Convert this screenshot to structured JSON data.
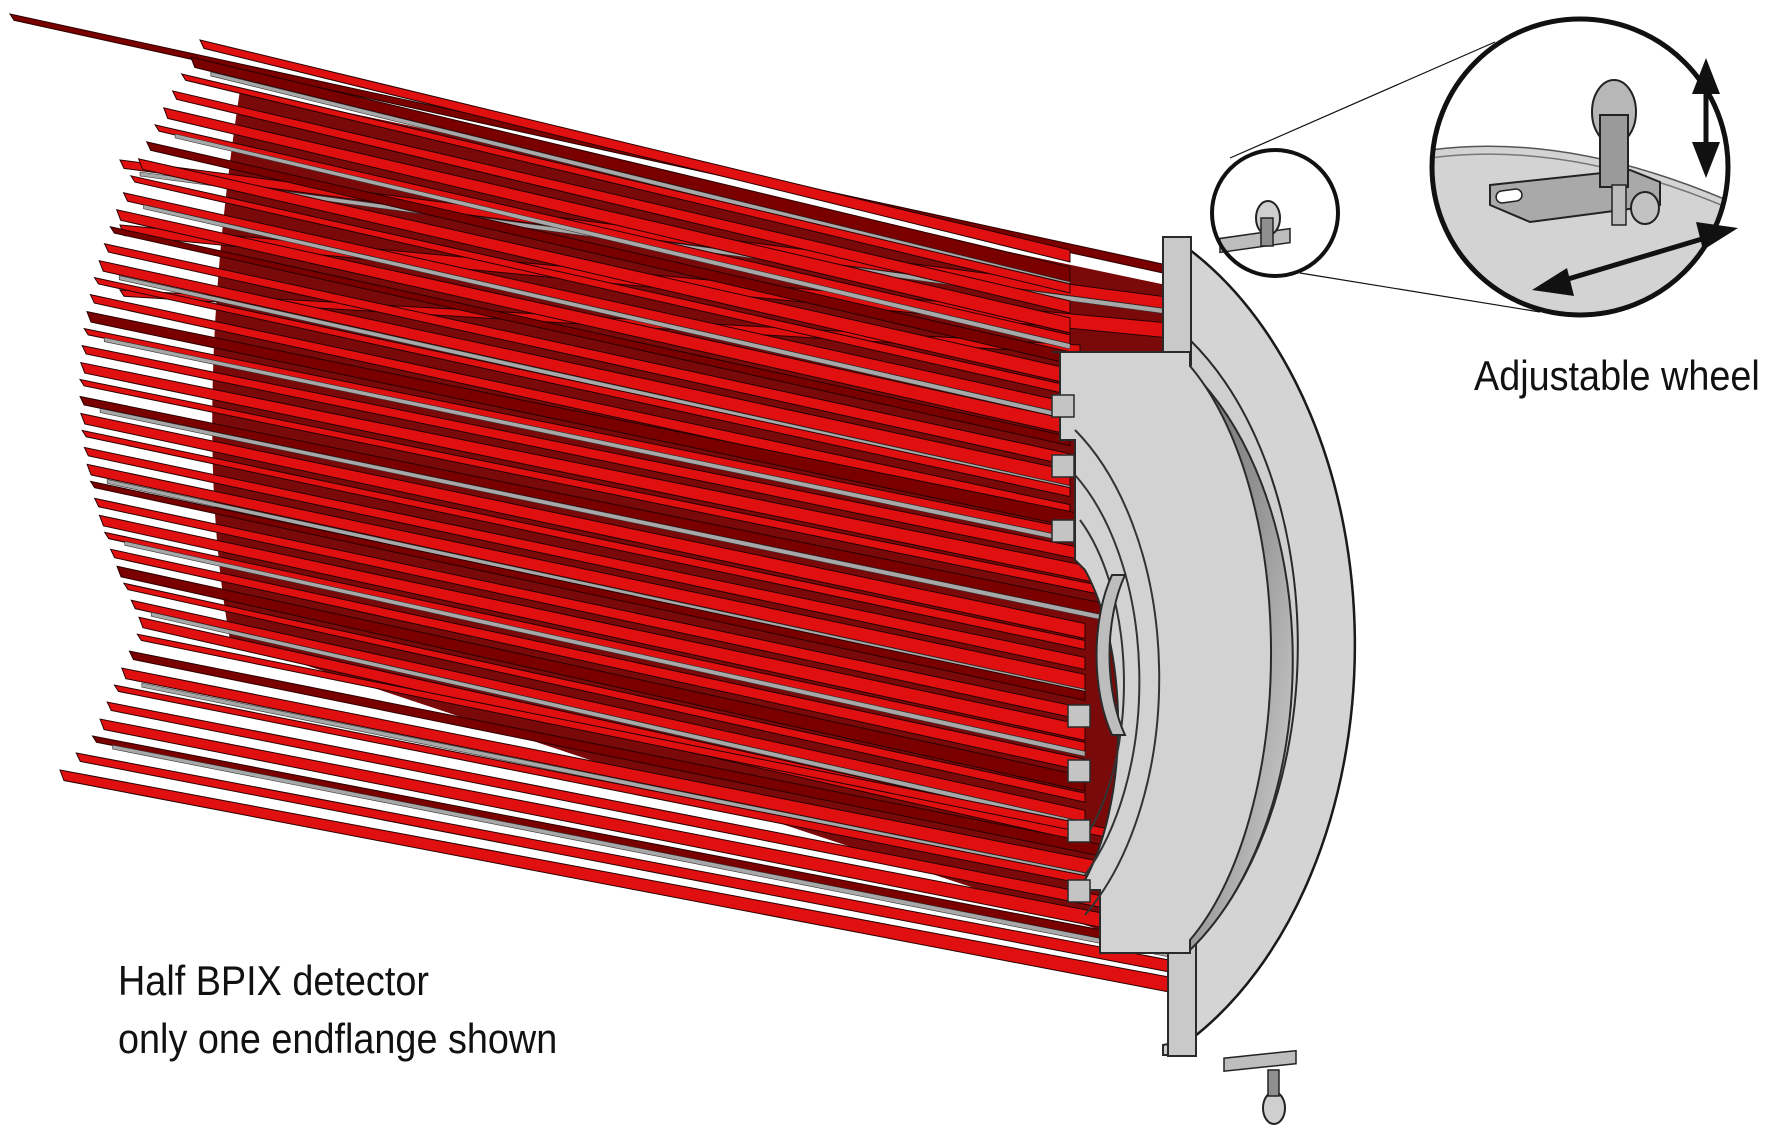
{
  "labels": {
    "wheel_callout": "Adjustable wheel",
    "caption_line1": "Half BPIX detector",
    "caption_line2": "only one endflange shown"
  },
  "colors": {
    "ladder_red": "#e01010",
    "ladder_dark": "#7a0000",
    "flange_gray": "#cfcfcf",
    "flange_edge": "#2a2a2a",
    "bore_gray": "#8c8c8c"
  },
  "icons": {
    "vertical_arrow": "double-arrow-vertical",
    "horizontal_arrow": "double-arrow-diagonal",
    "wheel": "adjustable-wheel"
  }
}
